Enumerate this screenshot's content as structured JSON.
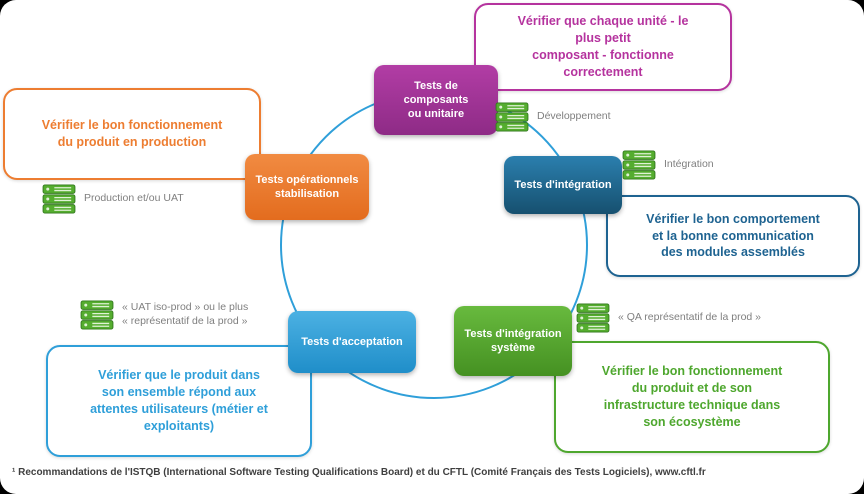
{
  "colors": {
    "purple": "#b5339e",
    "orange": "#ed7d31",
    "dark_blue": "#1e6391",
    "green": "#4ea72e",
    "light_blue": "#2f9fd9",
    "server_icon_green": "#55ad2f",
    "label_gray": "#7f7f7f"
  },
  "nodes": [
    {
      "id": "composants",
      "label": "Tests de\ncomposants\nou unitaire"
    },
    {
      "id": "integration",
      "label": "Tests d'intégration"
    },
    {
      "id": "integration-systeme",
      "label": "Tests d'intégration\nsystème"
    },
    {
      "id": "acceptation",
      "label": "Tests d'acceptation"
    },
    {
      "id": "operationnels",
      "label": "Tests opérationnels\nstabilisation"
    }
  ],
  "callouts": [
    {
      "id": "composants",
      "text": "Vérifier que chaque unité - le\nplus petit\ncomposant - fonctionne\ncorrectement"
    },
    {
      "id": "operationnels",
      "text": "Vérifier le bon fonctionnement\ndu produit en production"
    },
    {
      "id": "integration",
      "text": "Vérifier le bon comportement\net la bonne communication\ndes modules assemblés"
    },
    {
      "id": "integration-systeme",
      "text": "Vérifier le bon fonctionnement\ndu produit et de son\ninfrastructure technique dans\nson écosystème"
    },
    {
      "id": "acceptation",
      "text": "Vérifier que le produit dans\nson ensemble répond aux\nattentes utilisateurs (métier et\nexploitants)"
    }
  ],
  "environments": [
    {
      "id": "developpement",
      "label": "Développement"
    },
    {
      "id": "integration",
      "label": "Intégration"
    },
    {
      "id": "qa",
      "label": "« QA représentatif de la prod »"
    },
    {
      "id": "uat",
      "label": "« UAT iso-prod » ou le plus\n« représentatif de la prod »"
    },
    {
      "id": "production",
      "label": "Production et/ou UAT"
    }
  ],
  "footer": "¹ Recommandations de l'ISTQB (International Software Testing Qualifications Board) et du CFTL (Comité Français des Tests Logiciels), www.cftl.fr"
}
